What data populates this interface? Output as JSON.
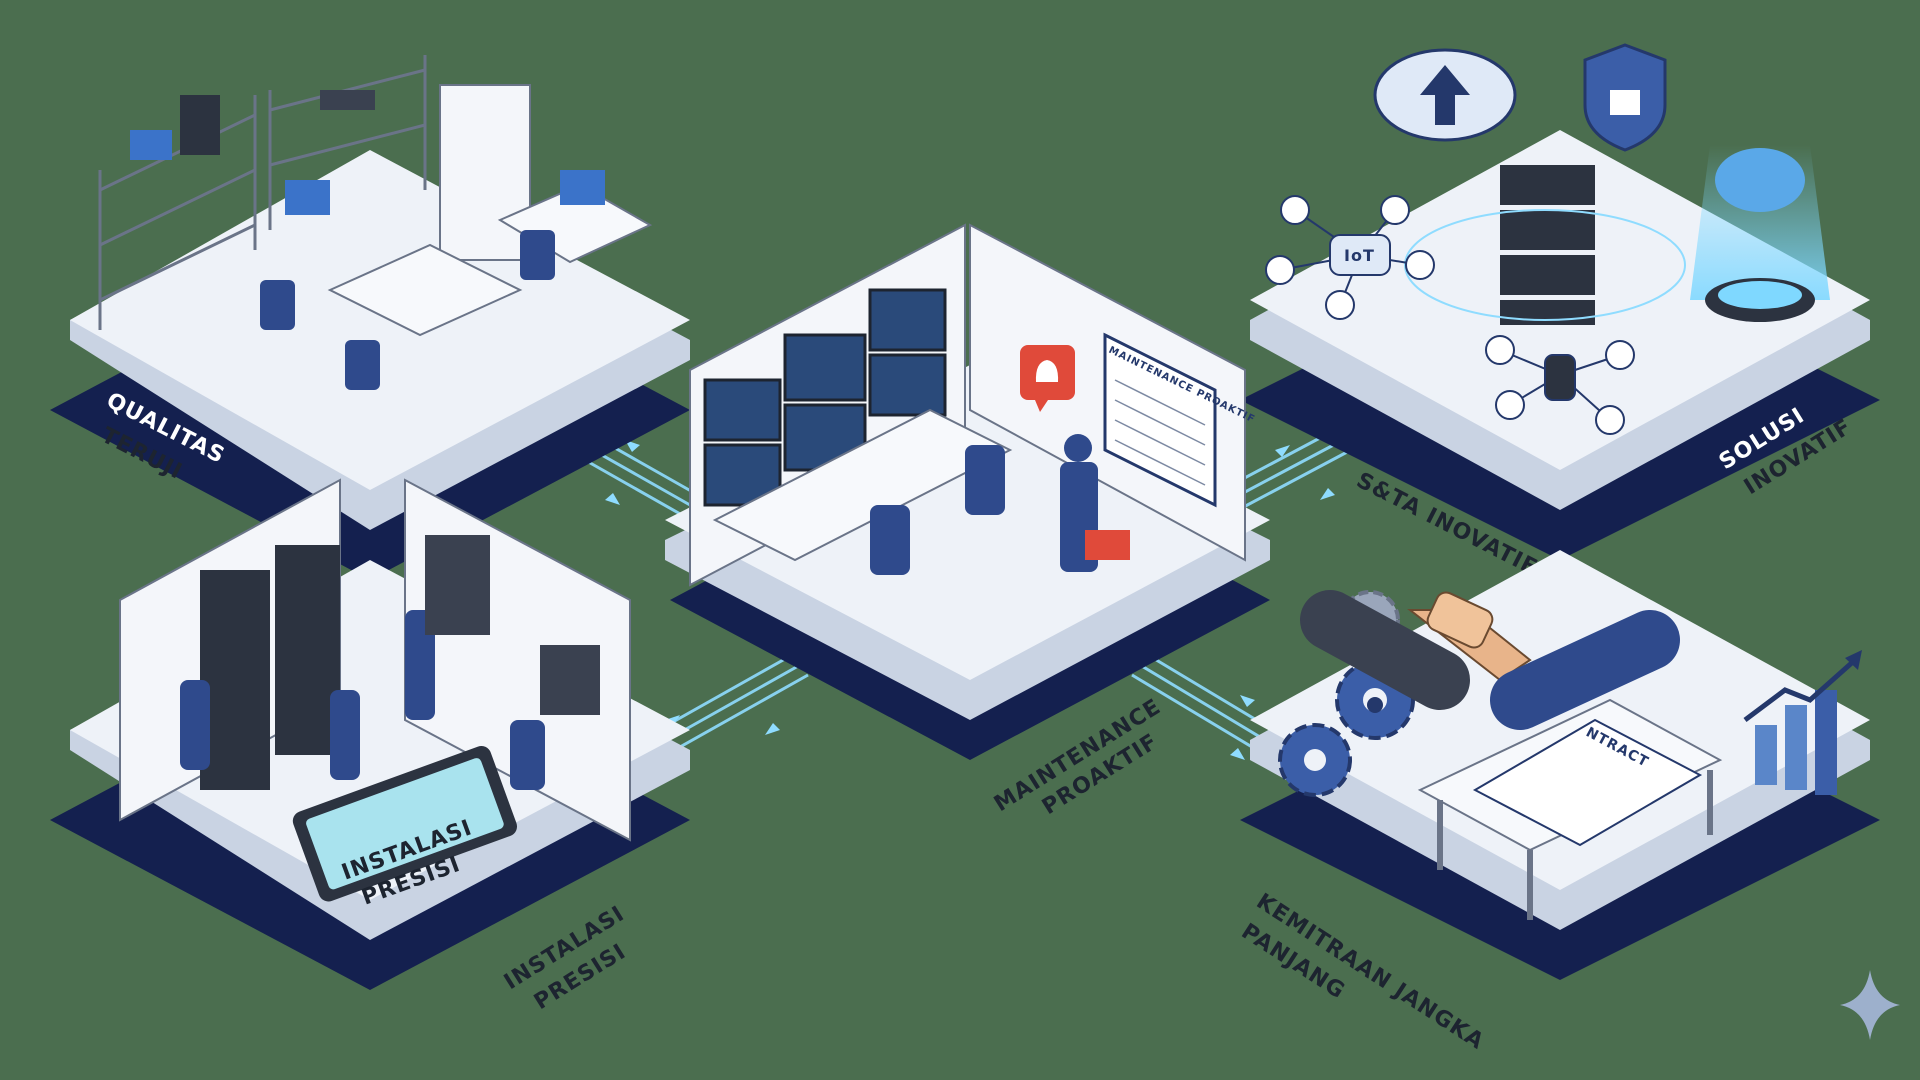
{
  "colors": {
    "background": "#4b6e4f",
    "platform_top": "#eef2f8",
    "platform_edge": "#cfd8e6",
    "platform_shadow": "#14204f",
    "navy": "#24386b",
    "accent_cyan": "#7fd8ff",
    "alert_red": "#e04a3a",
    "monitor_screen": "#2a4a7a"
  },
  "modules": {
    "qualitas": {
      "line1": "QUALITAS",
      "line2": "TERUJI"
    },
    "solusi": {
      "line1": "SOLUSI",
      "line2": "INOVATIF"
    },
    "data": {
      "label": "S&TA INOVATIF"
    },
    "maintenance": {
      "line1": "MAINTENANCE",
      "line2": "PROAKTIF"
    },
    "instalasi": {
      "line1": "INSTALASI",
      "line2": "PRESISI"
    },
    "kemitraan": {
      "line1": "KEMITRAAN JANGKA",
      "line2": "PANJANG"
    }
  },
  "props": {
    "schedule_board": "MAINTENANCE PROAKTIF",
    "tablet_line1": "INSTALASI",
    "tablet_line2": "PRESISI",
    "iot_hub": "IoT",
    "contract": "NTRACT"
  },
  "icons": [
    "cloud-upload-icon",
    "shield-lock-icon",
    "ai-brain-icon",
    "server-stack-icon",
    "iot-network-icon",
    "database-icon",
    "gears-icon",
    "handshake-icon",
    "growth-chart-icon",
    "alert-bell-icon",
    "sparkle-icon"
  ]
}
